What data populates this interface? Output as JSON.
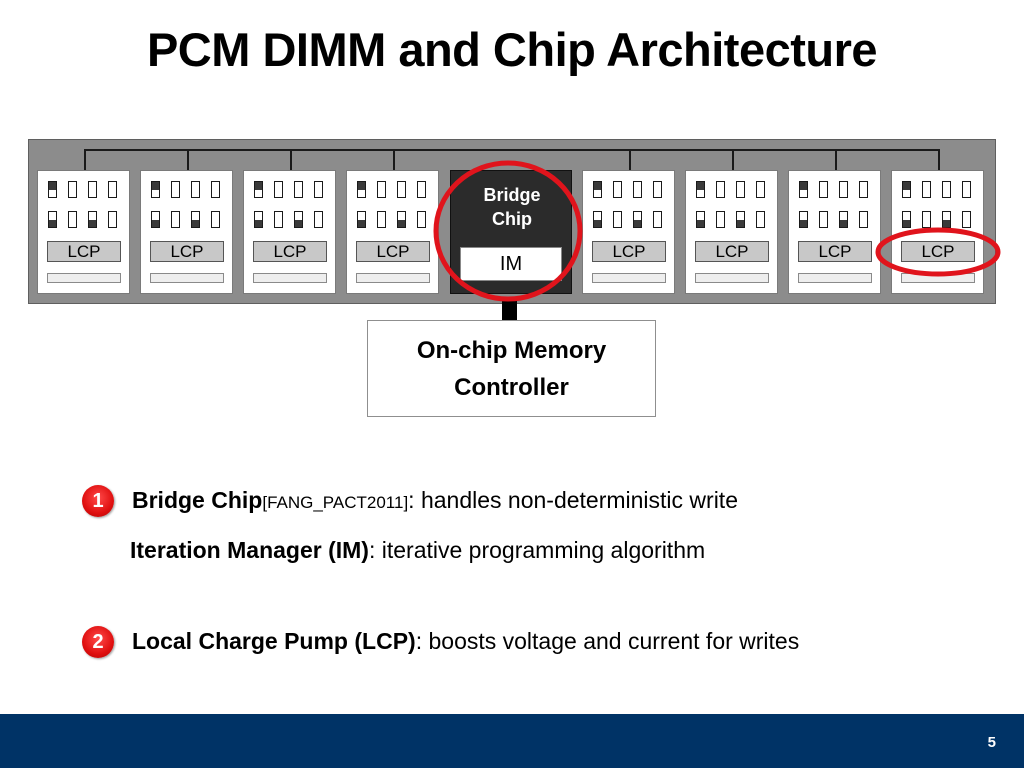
{
  "title": "PCM DIMM and Chip Architecture",
  "dimm": {
    "chip_lcp_label": "LCP",
    "bridge_label_line1": "Bridge",
    "bridge_label_line2": "Chip",
    "im_label": "IM"
  },
  "memory_controller": {
    "line1": "On-chip Memory",
    "line2": "Controller"
  },
  "bullets": {
    "item1": {
      "number": "1",
      "term": "Bridge Chip",
      "reference": "[FANG_PACT2011]",
      "description": ": handles non-deterministic write",
      "sub_term": "Iteration Manager (IM)",
      "sub_description": ": iterative programming algorithm"
    },
    "item2": {
      "number": "2",
      "term": "Local Charge Pump (LCP)",
      "description": ": boosts voltage and current for writes"
    }
  },
  "colors": {
    "highlight": "#e0141c",
    "footer": "#003366",
    "dimm_board": "#8c8c8c",
    "bridge_chip": "#2b2b2b"
  },
  "footer": {
    "page_number": "5"
  }
}
